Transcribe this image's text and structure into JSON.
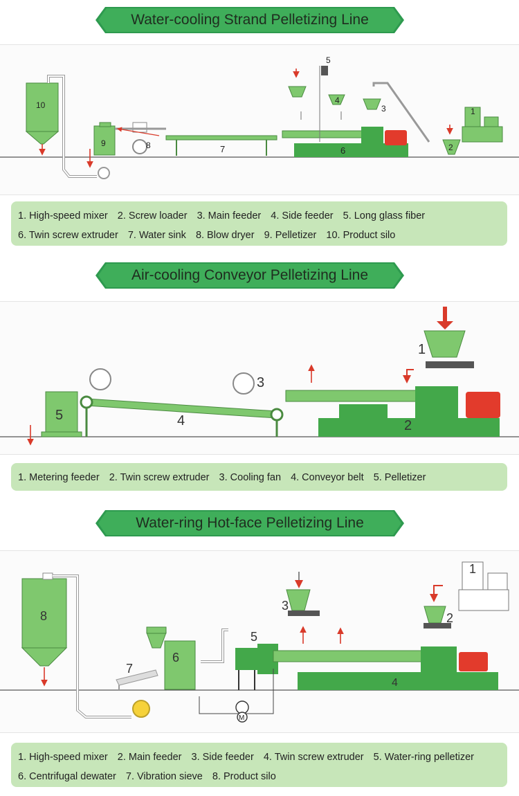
{
  "sections": [
    {
      "title": "Water-cooling Strand Pelletizing Line",
      "labels": [
        "1",
        "2",
        "3",
        "4",
        "5",
        "6",
        "7",
        "8",
        "9",
        "10"
      ],
      "legend": [
        "1. High-speed mixer",
        "2. Screw loader",
        "3. Main feeder",
        "4. Side feeder",
        "5. Long glass fiber",
        "6. Twin screw extruder",
        "7. Water sink",
        "8. Blow dryer",
        "9. Pelletizer",
        "10. Product silo"
      ]
    },
    {
      "title": "Air-cooling Conveyor Pelletizing Line",
      "labels": [
        "1",
        "2",
        "3",
        "4",
        "5"
      ],
      "legend": [
        "1. Metering feeder",
        "2. Twin screw extruder",
        "3. Cooling fan",
        "4. Conveyor belt",
        "5. Pelletizer"
      ]
    },
    {
      "title": "Water-ring Hot-face Pelletizing Line",
      "labels": [
        "1",
        "2",
        "3",
        "4",
        "5",
        "6",
        "7",
        "8"
      ],
      "legend": [
        "1. High-speed mixer",
        "2. Main feeder",
        "3. Side feeder",
        "4. Twin screw extruder",
        "5. Water-ring pelletizer",
        "6. Centrifugal dewater",
        "7. Vibration sieve",
        "8. Product silo"
      ],
      "motor_label": "M"
    }
  ],
  "colors": {
    "green": "#5fb65a",
    "dark_green": "#2e9a4f",
    "legend_bg": "#c7e6b9",
    "motor_red": "#e23b2c",
    "arrow_red": "#d93a2a"
  }
}
